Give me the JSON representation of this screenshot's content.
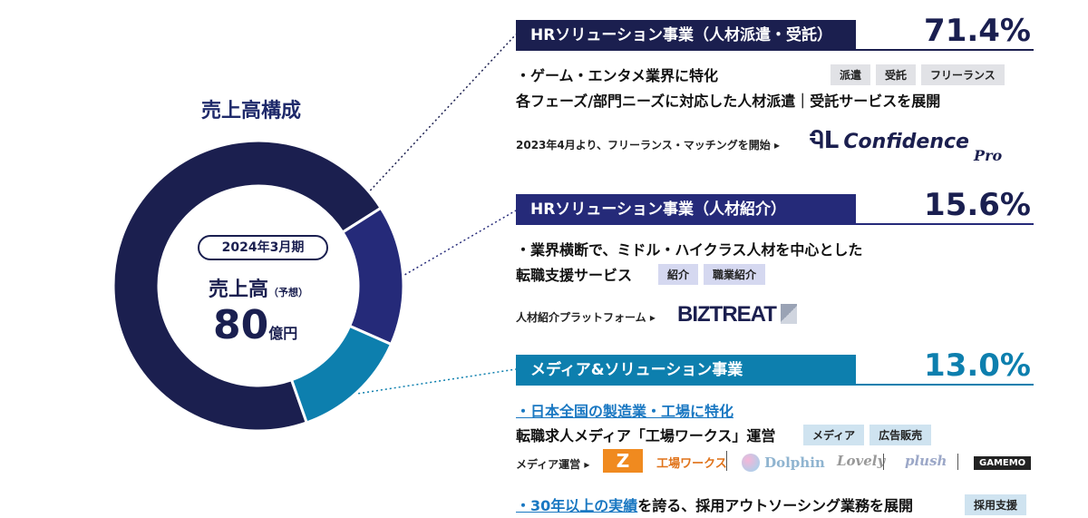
{
  "chart_data": {
    "type": "donut",
    "title": "売上高構成",
    "center": {
      "period": "2024年3月期",
      "label": "売上高",
      "label_note": "（予想）",
      "value": "80",
      "unit": "億円"
    },
    "slices": [
      {
        "name": "HRソリューション事業（人材派遣・受託）",
        "value": 71.4,
        "value_label": "71.4%",
        "color": "#1b1f4f"
      },
      {
        "name": "HRソリューション事業（人材紹介）",
        "value": 15.6,
        "value_label": "15.6%",
        "color": "#252a79"
      },
      {
        "name": "メディア&ソリューション事業",
        "value": 13.0,
        "value_label": "13.0%",
        "color": "#0d7fae"
      }
    ]
  },
  "segments": [
    {
      "header": "HRソリューション事業（人材派遣・受託）",
      "pct": "71.4%",
      "line1": "・ゲーム・エンタメ業界に特化",
      "tags": [
        "派遣",
        "受託",
        "フリーランス"
      ],
      "line2": "各フェーズ/部門ニーズに対応した人材派遣｜受託サービスを展開",
      "note": "2023年4月より、フリーランス・マッチングを開始 ▸",
      "logo": "Confidence",
      "logo_sub": "Pro"
    },
    {
      "header": "HRソリューション事業（人材紹介）",
      "pct": "15.6%",
      "line1": "・業界横断で、ミドル・ハイクラス人材を中心とした",
      "line2": "転職支援サービス",
      "tags": [
        "紹介",
        "職業紹介"
      ],
      "note": "人材紹介プラットフォーム ▸",
      "logo": "BIZTREAT"
    },
    {
      "header": "メディア&ソリューション事業",
      "pct": "13.0%",
      "line1": "・日本全国の製造業・工場に特化",
      "line2": "転職求人メディア「工場ワークス」運営",
      "tags": [
        "メディア",
        "広告販売"
      ],
      "note": "メディア運営 ▸",
      "logos": [
        "工場ワークス",
        "Dolphin",
        "Lovely",
        "plush",
        "GAMEMO"
      ],
      "line3_link": "・30年以上の実績",
      "line3_rest": "を誇る、採用アウトソーシング業務を展開",
      "tag3": "採用支援"
    }
  ]
}
